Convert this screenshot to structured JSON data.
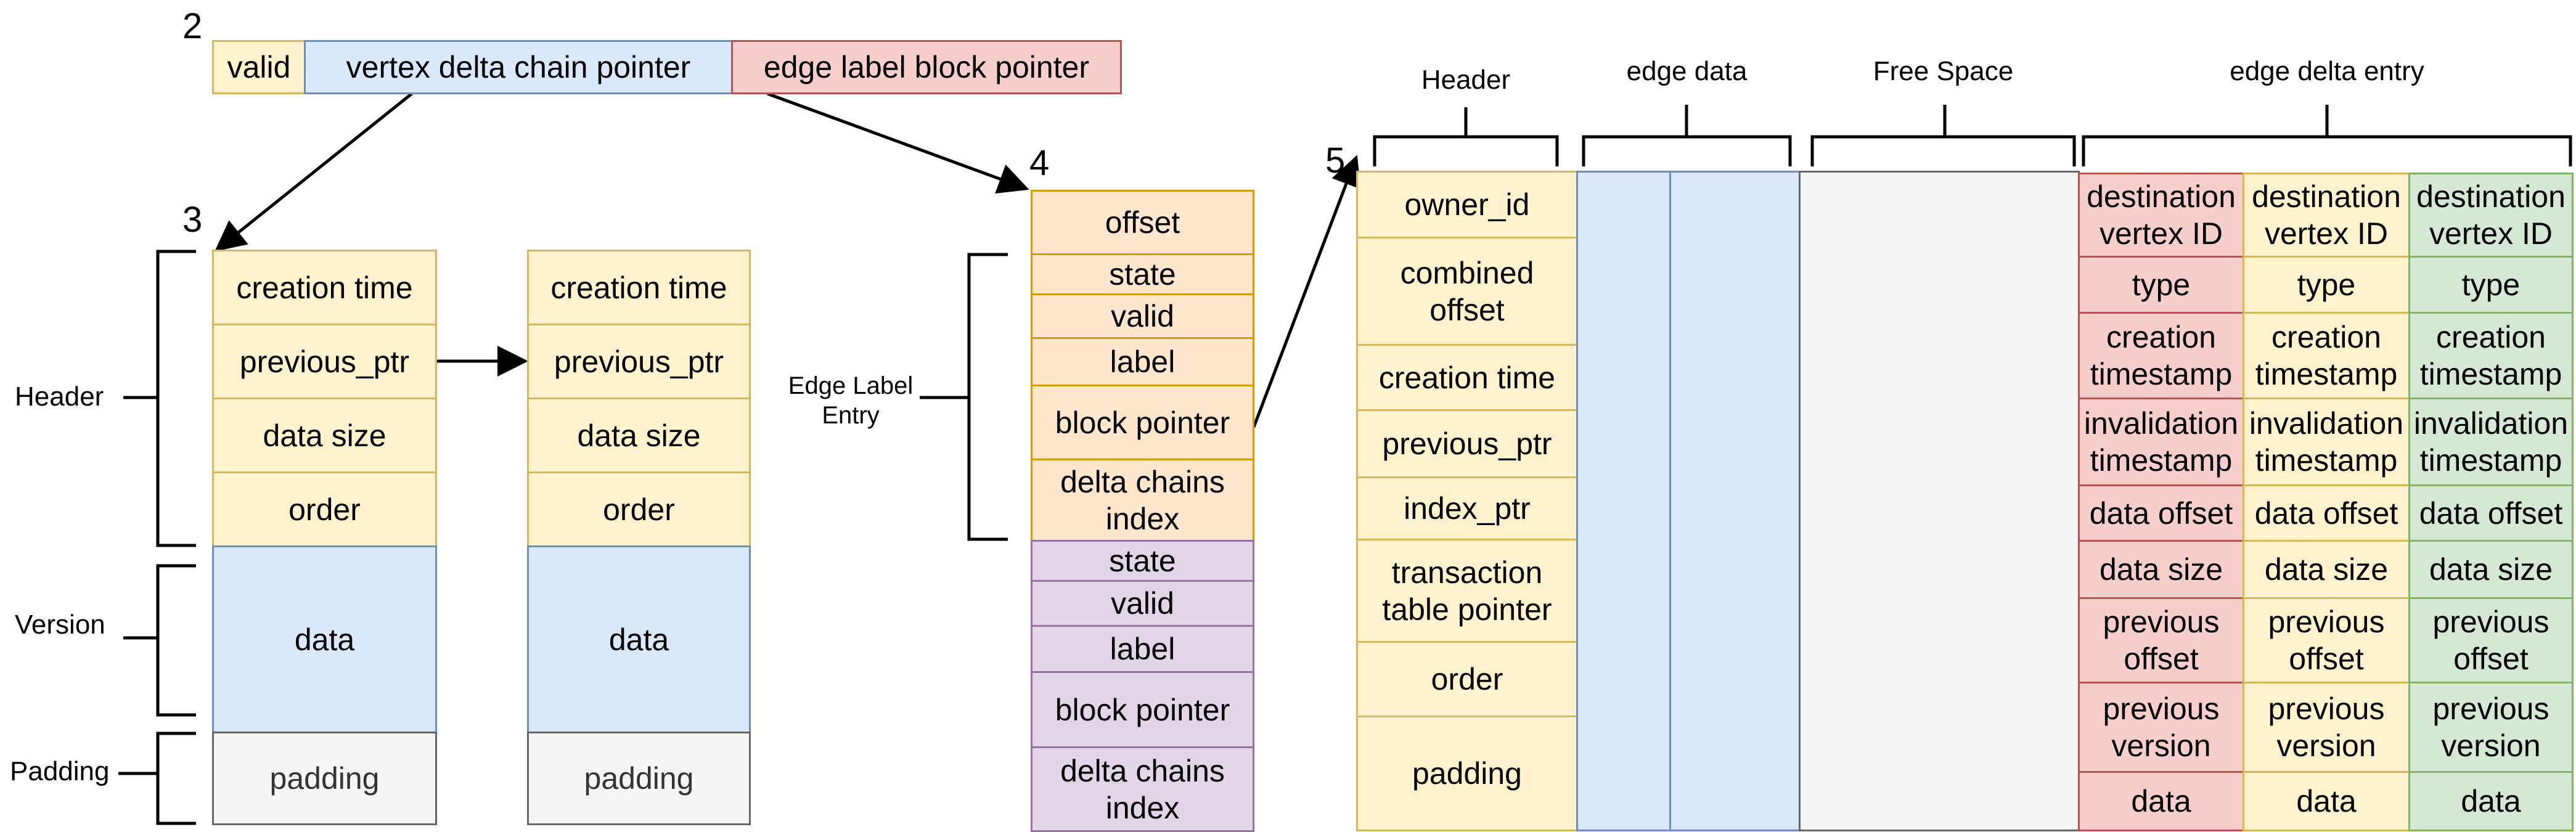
{
  "figure": {
    "panel_2": {
      "number": "2",
      "cells": [
        "valid",
        "vertex delta chain pointer",
        "edge label block pointer"
      ]
    },
    "panel_3": {
      "number": "3",
      "brace_labels": [
        "Header",
        "Version",
        "Padding"
      ],
      "block_1": [
        "creation time",
        "previous_ptr",
        "data size",
        "order",
        "data",
        "padding"
      ],
      "block_2": [
        "creation time",
        "previous_ptr",
        "data size",
        "order",
        "data",
        "padding"
      ]
    },
    "panel_4": {
      "number": "4",
      "brace_label": "Edge Label\nEntry",
      "offset": "offset",
      "entry_1": [
        "state",
        "valid",
        "label",
        "block pointer",
        "delta chains\nindex"
      ],
      "entry_2": [
        "state",
        "valid",
        "label",
        "block pointer",
        "delta chains\nindex"
      ]
    },
    "panel_5": {
      "number": "5",
      "section_labels": [
        "Header",
        "edge data",
        "Free Space",
        "edge delta entry"
      ],
      "header": [
        "owner_id",
        "combined\noffset",
        "creation time",
        "previous_ptr",
        "index_ptr",
        "transaction\ntable pointer",
        "order",
        "padding"
      ],
      "delta_entry": [
        "destination\nvertex ID",
        "type",
        "creation\ntimestamp",
        "invalidation\ntimestamp",
        "data offset",
        "data size",
        "previous\noffset",
        "previous\nversion",
        "data"
      ]
    },
    "colors": {
      "yellow": "#fff2cc",
      "blue": "#dae8fc",
      "red": "#f8cecc",
      "gray": "#f5f5f5",
      "orange": "#ffe6cc",
      "purple": "#e1d5e7",
      "green": "#d5e8d4"
    }
  }
}
